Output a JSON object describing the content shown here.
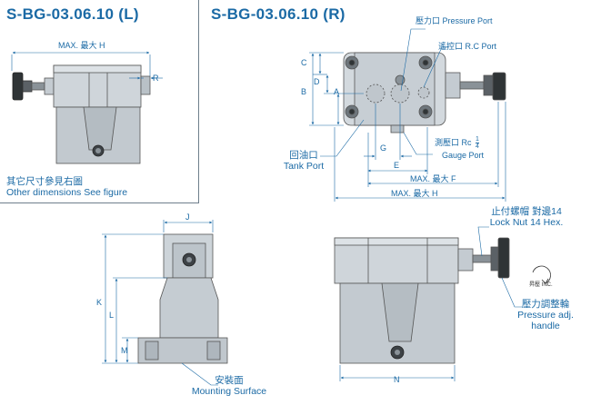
{
  "titles": {
    "left": "S-BG-03.06.10 (L)",
    "right": "S-BG-03.06.10 (R)"
  },
  "dimensions": {
    "max_h": "MAX. 最大 H",
    "max_f": "MAX. 最大 F",
    "r": "R",
    "c": "C",
    "d": "D",
    "b": "B",
    "a": "A",
    "g": "G",
    "e": "E",
    "j": "J",
    "k": "K",
    "l": "L",
    "m": "M",
    "n": "N"
  },
  "notes": {
    "other_dims_zh": "其它尺寸參見右圖",
    "other_dims_en": "Other dimensions See figure"
  },
  "callouts": {
    "pressure_port": "壓力口 Pressure Port",
    "rc_port": "遙控口 R.C Port",
    "gauge_port_line1": "測壓口 Rc",
    "gauge_port_fraction_num": "1",
    "gauge_port_fraction_den": "4",
    "gauge_port_line2": "Gauge Port",
    "tank_port_zh": "回油口",
    "tank_port_en": "Tank Port",
    "lock_nut_zh": "止付螺帽 對邊14",
    "lock_nut_en": "Lock Nut 14 Hex.",
    "inc": "昇壓 INC.",
    "adj_zh": "壓力調整輪",
    "adj_en1": "Pressure adj.",
    "adj_en2": "handle",
    "mounting_zh": "安裝面",
    "mounting_en": "Mounting Surface"
  }
}
